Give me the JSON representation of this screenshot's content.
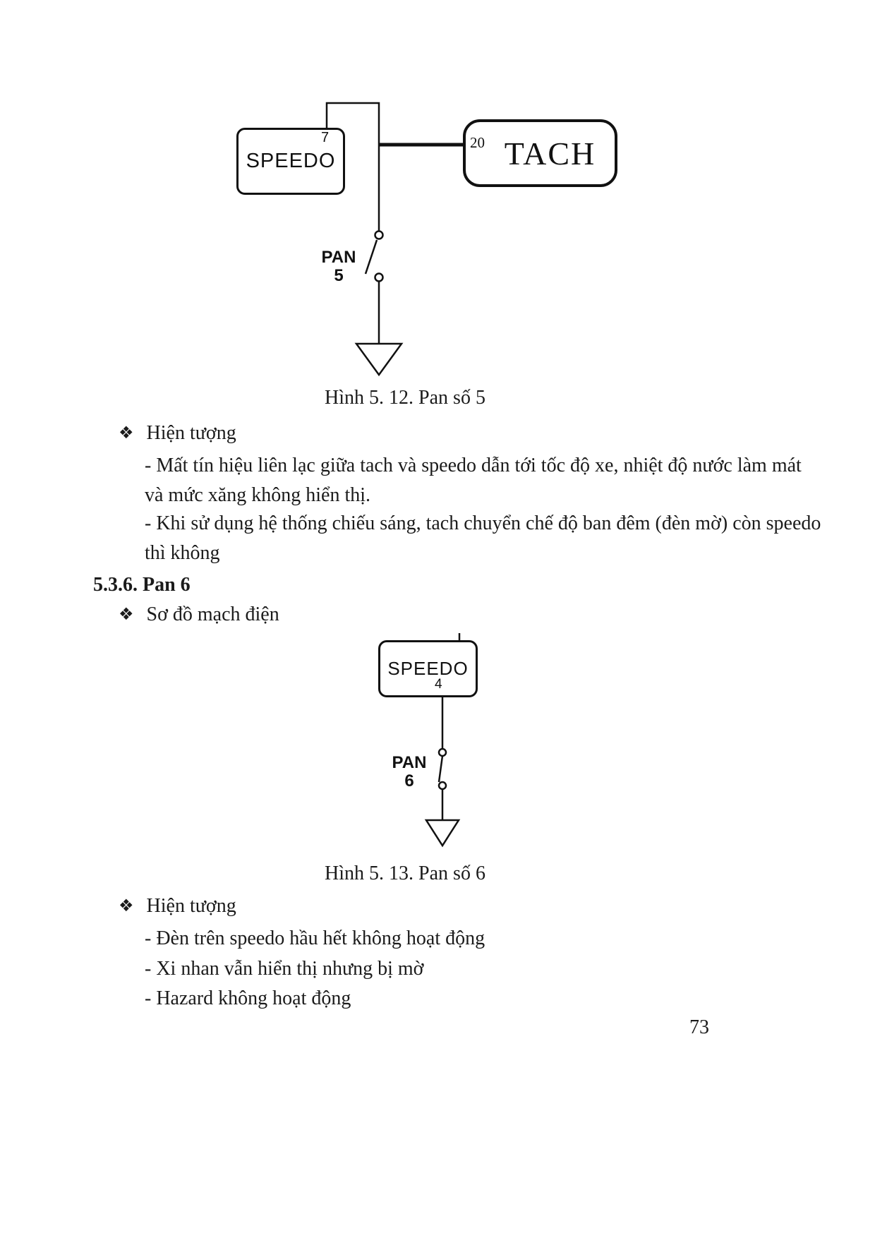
{
  "ink": "#1b1b1b",
  "figure1": {
    "speedo_label": "SPEEDO",
    "speedo_pin": "7",
    "tach_label": "TACH",
    "tach_pin": "20",
    "switch_label_line1": "PAN",
    "switch_label_line2": "5",
    "caption": "Hình 5. 12. Pan số 5"
  },
  "section1": {
    "bullet_icon": "❖",
    "bullet_label": "Hiện tượng",
    "lines": [
      "- Mất tín hiệu liên lạc giữa tach và speedo dẫn tới tốc độ xe, nhiệt độ nước làm mát",
      "và mức xăng không hiển thị.",
      "- Khi sử dụng hệ thống chiếu sáng, tach chuyển chế độ ban đêm (đèn mờ) còn speedo",
      "thì không"
    ]
  },
  "heading": "5.3.6. Pan 6",
  "section2": {
    "bullet_icon": "❖",
    "bullet_label": "Sơ đồ mạch điện"
  },
  "figure2": {
    "speedo_label": "SPEEDO",
    "speedo_pin": "4",
    "switch_label_line1": "PAN",
    "switch_label_line2": "6",
    "caption": "Hình 5. 13. Pan số 6"
  },
  "section3": {
    "bullet_icon": "❖",
    "bullet_label": "Hiện tượng",
    "lines": [
      "- Đèn trên speedo hầu hết không hoạt động",
      "- Xi nhan vẫn hiển thị nhưng bị mờ",
      "- Hazard không hoạt động"
    ]
  },
  "page": {
    "number": "73"
  }
}
